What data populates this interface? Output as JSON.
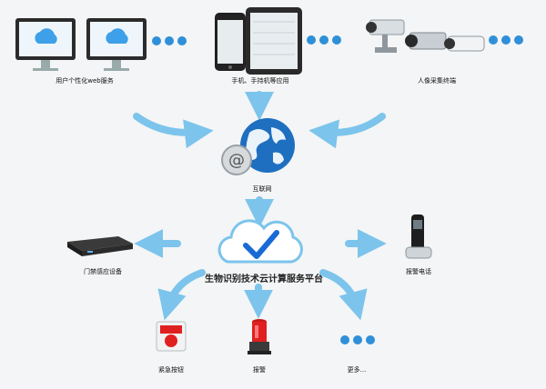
{
  "colors": {
    "arrow": "#7cc4ec",
    "dots": "#2f8fd8",
    "cloud_accent": "#1f6fc0",
    "check": "#1a6ad6",
    "alarm_red": "#e02020"
  },
  "diagram": {
    "nodes": {
      "web_service": {
        "label": "用户个性化web服务",
        "icon": "desktop-monitors-icon"
      },
      "mobile_apps": {
        "label": "手机、手持机等应用",
        "icon": "phone-tablet-icon"
      },
      "face_capture": {
        "label": "人像采集终端",
        "icon": "security-camera-icon"
      },
      "internet": {
        "label": "互联网",
        "icon": "globe-at-icon"
      },
      "platform": {
        "label": "生物识别技术云计算服务平台",
        "icon": "cloud-check-icon"
      },
      "access_control": {
        "label": "门禁感应设备",
        "icon": "access-control-box-icon"
      },
      "alarm_phone": {
        "label": "报警电话",
        "icon": "cordless-phone-icon"
      },
      "emergency_button": {
        "label": "紧急按钮",
        "icon": "emergency-button-icon"
      },
      "alarm": {
        "label": "报警",
        "icon": "alarm-light-icon"
      },
      "more": {
        "label": "更多...",
        "icon": "ellipsis-dots-icon"
      }
    }
  }
}
